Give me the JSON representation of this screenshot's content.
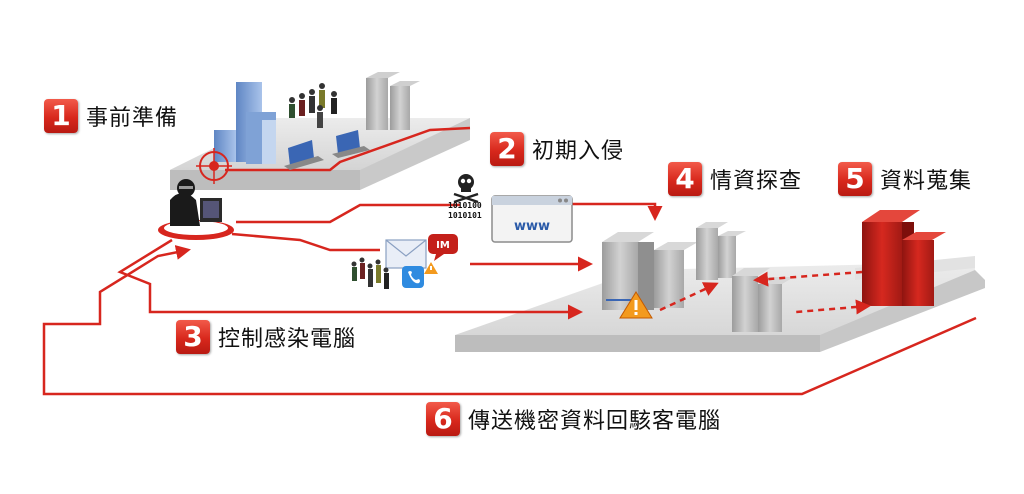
{
  "steps": [
    {
      "number": "1",
      "label": "事前準備"
    },
    {
      "number": "2",
      "label": "初期入侵"
    },
    {
      "number": "3",
      "label": "控制感染電腦"
    },
    {
      "number": "4",
      "label": "情資探查"
    },
    {
      "number": "5",
      "label": "資料蒐集"
    },
    {
      "number": "6",
      "label": "傳送機密資料回駭客電腦"
    }
  ],
  "binary_text": [
    "1010100",
    "1010101"
  ],
  "browser_text": "www",
  "im_text": "IM",
  "icons": [
    "skull-icon",
    "warning-icon",
    "email-icon",
    "phone-icon",
    "target-icon",
    "hacker-icon"
  ],
  "colors": {
    "accent": "#d8281c",
    "line": "#d7261e",
    "server": "#b0b0b0",
    "data_server": "#c9201a"
  }
}
